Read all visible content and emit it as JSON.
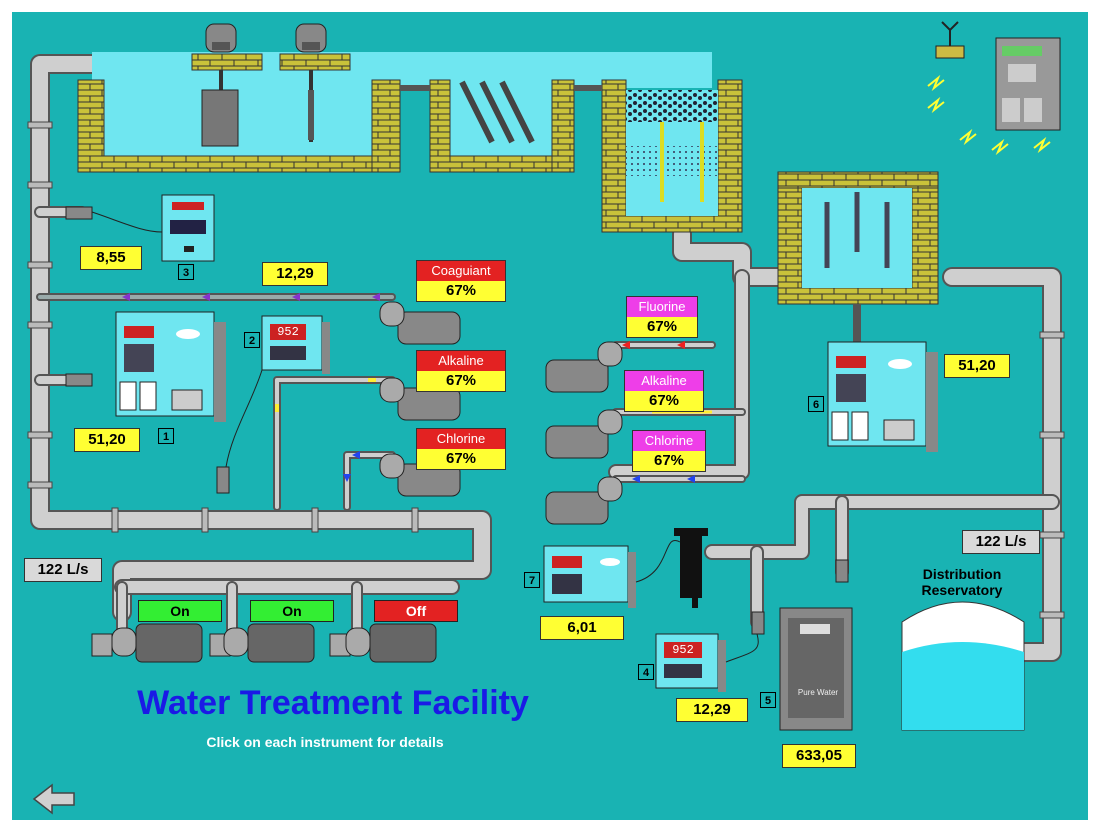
{
  "title": "Water Treatment Facility",
  "subtitle": "Click on each instrument for details",
  "reservoir_label": "Distribution\nReservatory",
  "readings": {
    "r855": "8,55",
    "r1229_top": "12,29",
    "r5120_left": "51,20",
    "r5120_right": "51,20",
    "r601": "6,01",
    "r1229_bottom": "12,29",
    "r63305": "633,05",
    "flow_left": "122 L/s",
    "flow_right": "122 L/s"
  },
  "instrument_numbers": [
    "1",
    "2",
    "3",
    "4",
    "5",
    "6",
    "7"
  ],
  "displays": {
    "meter2": "952",
    "meter4": "952",
    "purewater": "Pure Water"
  },
  "chemicals": {
    "coagulant": {
      "name": "Coaguiant",
      "pct": "67%"
    },
    "alkaline_left": {
      "name": "Alkaline",
      "pct": "67%"
    },
    "chlorine_left": {
      "name": "Chlorine",
      "pct": "67%"
    },
    "fluorine": {
      "name": "Fluorine",
      "pct": "67%"
    },
    "alkaline_right": {
      "name": "Alkaline",
      "pct": "67%"
    },
    "chlorine_right": {
      "name": "Chlorine",
      "pct": "67%"
    }
  },
  "pumps": [
    {
      "state": "On"
    },
    {
      "state": "On"
    },
    {
      "state": "Off"
    }
  ],
  "colors": {
    "background": "#19b3b3",
    "water": "#6fe6f0",
    "brick": "#c9c23a",
    "pipe": "#c8c8c8",
    "reading": "#ffff33",
    "chemical_red": "#e32222",
    "chemical_magenta": "#ee3ee8",
    "pump_on": "#33ee33",
    "pump_off": "#e32222",
    "title": "#1a1ae6"
  },
  "icons": [
    "back-arrow-icon",
    "antenna-icon",
    "lightning-icon",
    "pump-motor-icon",
    "filter-icon"
  ]
}
